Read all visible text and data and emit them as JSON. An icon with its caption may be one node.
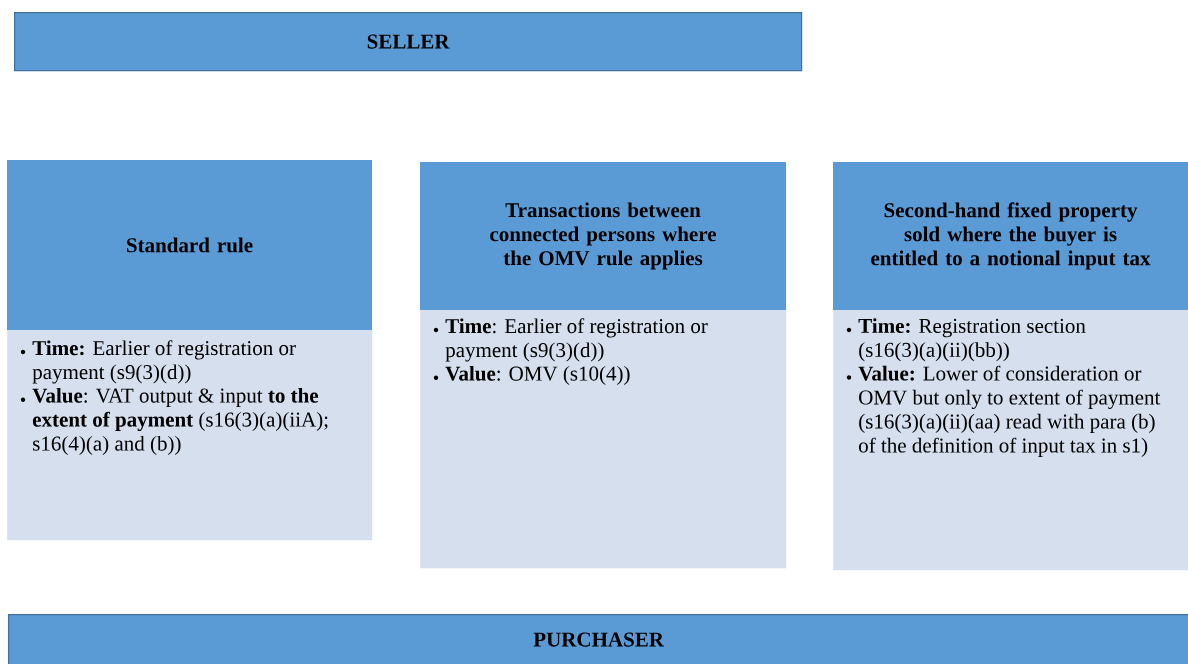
{
  "diagram": {
    "nodes": [
      {
        "text": [
          "SELLER"
        ]
      },
      {
        "text": [
          "Standard rule",
          "**Time:** Earlier of registration or payment (s9(3)(d))",
          "**Value**: VAT output & input **to the extent of payment** (s16(3)(a)(iiA); s16(4)(a) and (b))"
        ]
      },
      {
        "text": [
          "Transactions between connected persons where the OMV rule applies",
          "**Time**: Earlier of registration or payment (s9(3)(d))",
          "**Value**: OMV (s10(4))"
        ]
      },
      {
        "text": [
          "Second-hand fixed property sold where the buyer is entitled to a notional input tax",
          "**Time:** Registration section (s16(3)(a)(ii)(bb))",
          "**Value:** Lower of consideration or OMV but only to extent of payment (s16(3)(a)(ii)(aa) read with para (b) of the definition of input tax in s1)"
        ]
      },
      {
        "text": [
          "PURCHASER"
        ]
      }
    ]
  }
}
